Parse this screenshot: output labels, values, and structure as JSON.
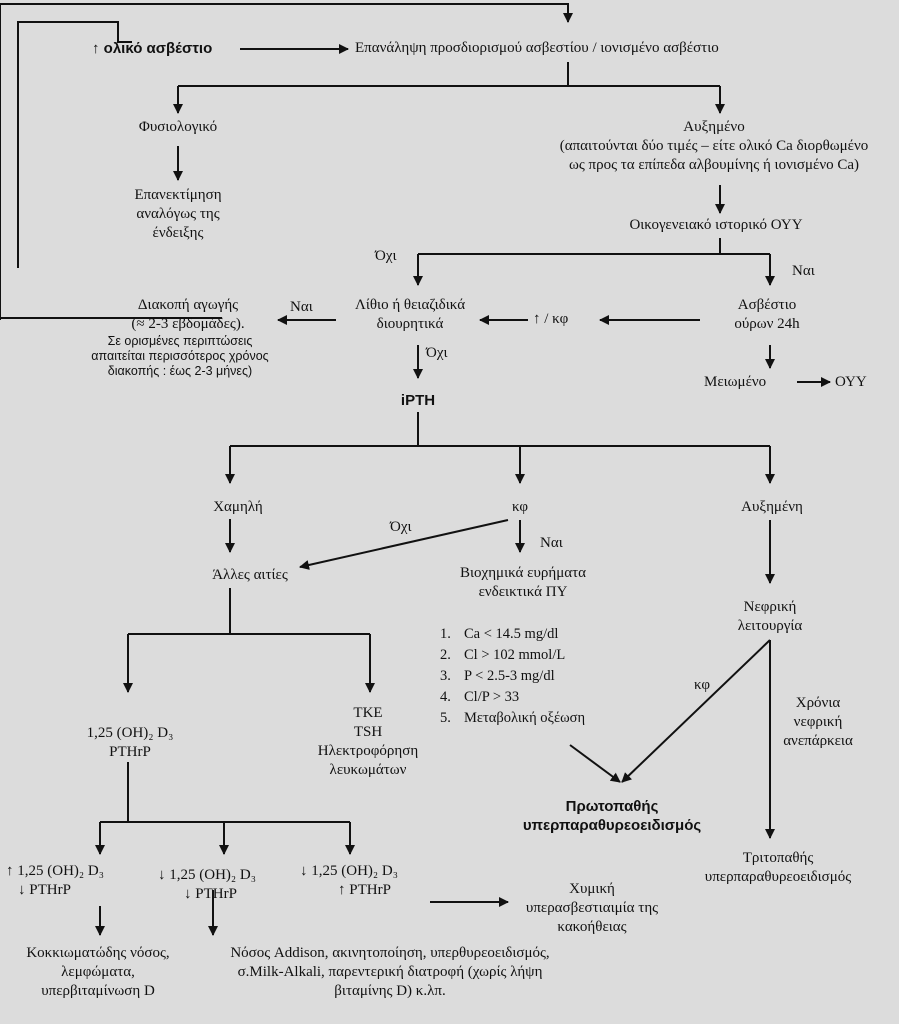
{
  "nodes": {
    "total_calcium": "↑ ολικό ασβέστιο",
    "repeat_measurement": "Επανάληψη προσδιορισμού ασβεστίου / ιονισμένο ασβέστιο",
    "normal": "Φυσιολογικό",
    "reevaluate": [
      "Επανεκτίμηση",
      "αναλόγως της",
      "ένδειξης"
    ],
    "elevated": [
      "Αυξημένο",
      "(απαιτούνται δύο τιμές – είτε ολικό Ca διορθωμένο",
      "ως προς τα επίπεδα αλβουμίνης ή ιονισμένο Ca)"
    ],
    "family_history": "Οικογενειακό ιστορικό ΟΥΥ",
    "lithium_thiazides": [
      "Λίθιο ή θειαζιδικά",
      "διουρητικά"
    ],
    "stop_treatment": [
      "Διακοπή αγωγής",
      "(≈ 2-3 εβδομάδες)."
    ],
    "stop_treatment_note": [
      "Σε ορισμένες περιπτώσεις",
      "απαιτείται περισσότερος χρόνος",
      "διακοπής : έως 2-3 μήνες)"
    ],
    "urine_calcium": [
      "Ασβέστιο",
      "ούρων 24h"
    ],
    "reduced": "Μειωμένο",
    "ouy": "ΟΥΥ",
    "ipth": "iPTH",
    "low": "Χαμηλή",
    "normal_kf": "κφ",
    "elevated_f": "Αυξημένη",
    "other_causes": "Άλλες αιτίες",
    "biochemical": [
      "Βιοχημικά ευρήματα",
      "ενδεικτικά ΠΥ"
    ],
    "renal_function": [
      "Νεφρική",
      "λειτουργία"
    ],
    "chronic_renal": [
      "Χρόνια",
      "νεφρική",
      "ανεπάρκεια"
    ],
    "vitd_pthrp": [
      "1,25 (OH)₂ D₃",
      "PTHrP"
    ],
    "tke_tsh": [
      "TKE",
      "TSH",
      "Ηλεκτροφόρηση",
      "λευκωμάτων"
    ],
    "primary_hpt": [
      "Πρωτοπαθής",
      "υπερπαραθυρεοειδισμός"
    ],
    "tertiary_hpt": [
      "Τριτοπαθής",
      "υπερπαραθυρεοειδισμός"
    ],
    "branch1": [
      "↑ 1,25 (OH)₂ D₃",
      "↓ PTHrP"
    ],
    "branch2": [
      "↓ 1,25 (OH)₂ D₃",
      "↓ PTHrP"
    ],
    "branch3": [
      "↓ 1,25 (OH)₂ D₃",
      "↑ PTHrP"
    ],
    "malignancy": [
      "Χυμική",
      "υπερασβεστιαιμία της",
      "κακοήθειας"
    ],
    "granulomatous": [
      "Κοκκιωματώδης νόσος,",
      "λεμφώματα,",
      "υπερβιταμίνωση D"
    ],
    "addison": [
      "Νόσος Addison, ακινητοποίηση, υπερθυρεοειδισμός,",
      "σ.Milk-Alkali, παρεντερική διατροφή (χωρίς λήψη",
      "βιταμίνης D)  κ.λπ."
    ]
  },
  "criteria": [
    {
      "n": "1.",
      "text": "Ca < 14.5 mg/dl"
    },
    {
      "n": "2.",
      "text": "Cl > 102 mmol/L"
    },
    {
      "n": "3.",
      "text": "P < 2.5-3 mg/dl"
    },
    {
      "n": "4.",
      "text": "Cl/P > 33"
    },
    {
      "n": "5.",
      "text": "Μεταβολική οξέωση"
    }
  ],
  "labels": {
    "yes": "Ναι",
    "no": "Όχι",
    "up_kf": "↑ / κφ",
    "kf": "κφ"
  }
}
